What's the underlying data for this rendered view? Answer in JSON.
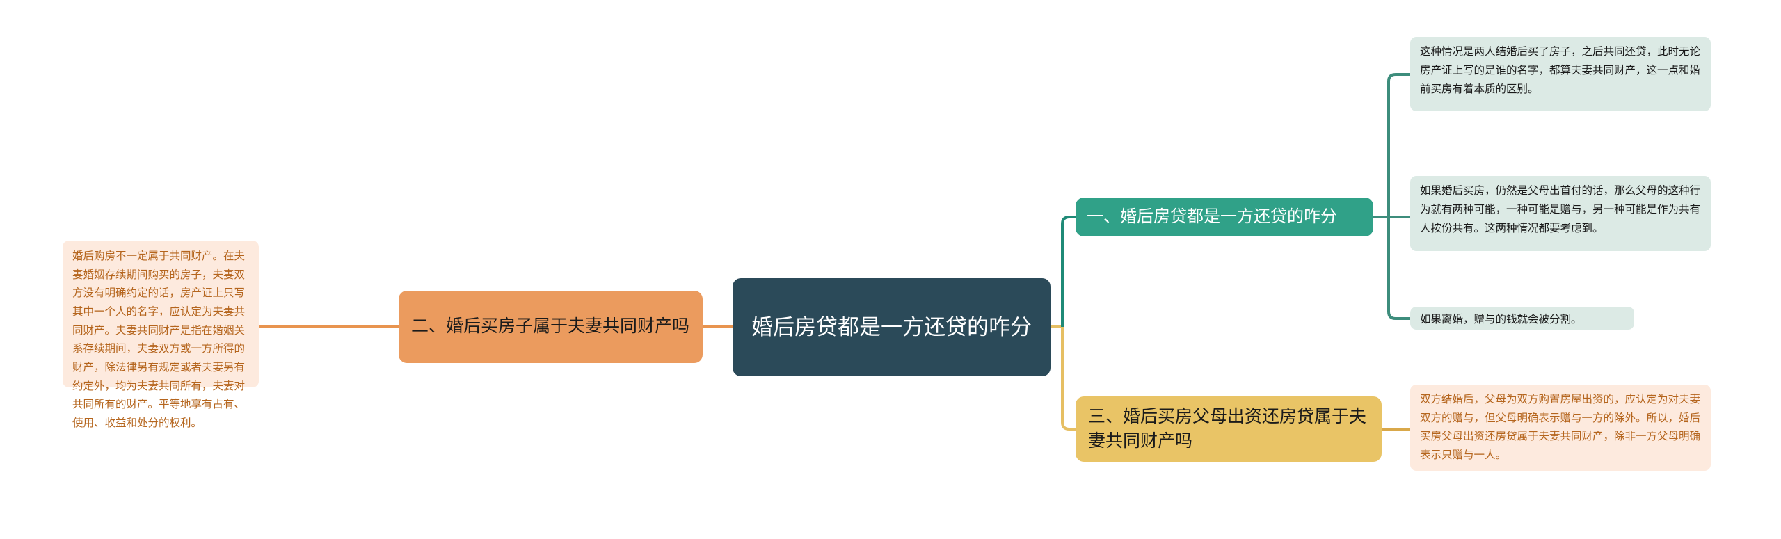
{
  "diagram": {
    "type": "mind-map",
    "title": "婚后房贷都是一方还贷的咋分",
    "background_color": "#ffffff"
  },
  "colors": {
    "root_bg": "#2b4a59",
    "root_text": "#ffffff",
    "branch_orange": "#eb9b5e",
    "branch_teal": "#30a188",
    "branch_yellow": "#e9c466",
    "leaf_cream_bg": "#fdeade",
    "leaf_cream_text": "#b5651d",
    "leaf_mint_bg": "#dceae5",
    "leaf_mint_text": "#1a1a1a",
    "connector_orange": "#e8944f",
    "connector_teal": "#1f8a77",
    "connector_yellow": "#e6bf63",
    "connector_mint": "#3d8d7c"
  },
  "root": {
    "label": "婚后房贷都是一方还贷的咋分"
  },
  "branches": [
    {
      "id": "branch-left-orange",
      "label": "二、婚后买房子属于夫妻共同财产吗",
      "side": "left",
      "color": "#eb9b5e",
      "leaves": [
        {
          "id": "leaf-left-1",
          "text": "婚后购房不一定属于共同财产。在夫妻婚姻存续期间购买的房子，夫妻双方没有明确约定的话，房产证上只写其中一个人的名字，应认定为夫妻共同财产。夫妻共同财产是指在婚姻关系存续期间，夫妻双方或一方所得的财产，除法律另有规定或者夫妻另有约定外，均为夫妻共同所有，夫妻对共同所有的财产。平等地享有占有、使用、收益和处分的权利。"
        }
      ]
    },
    {
      "id": "branch-right-teal",
      "label": "一、婚后房贷都是一方还贷的咋分",
      "side": "right",
      "color": "#30a188",
      "leaves": [
        {
          "id": "leaf-right-1",
          "text": "这种情况是两人结婚后买了房子，之后共同还贷，此时无论房产证上写的是谁的名字，都算夫妻共同财产，这一点和婚前买房有着本质的区别。"
        },
        {
          "id": "leaf-right-2",
          "text": "如果婚后买房，仍然是父母出首付的话，那么父母的这种行为就有两种可能，一种可能是赠与，另一种可能是作为共有人按份共有。这两种情况都要考虑到。"
        },
        {
          "id": "leaf-right-3",
          "text": "如果离婚，赠与的钱就会被分割。"
        }
      ]
    },
    {
      "id": "branch-right-yellow",
      "label": "三、婚后买房父母出资还房贷属于夫妻共同财产吗",
      "side": "right",
      "color": "#e9c466",
      "leaves": [
        {
          "id": "leaf-right-4",
          "text": "双方结婚后，父母为双方购置房屋出资的，应认定为对夫妻双方的赠与，但父母明确表示赠与一方的除外。所以，婚后买房父母出资还房贷属于夫妻共同财产，除非一方父母明确表示只赠与一人。"
        }
      ]
    }
  ]
}
